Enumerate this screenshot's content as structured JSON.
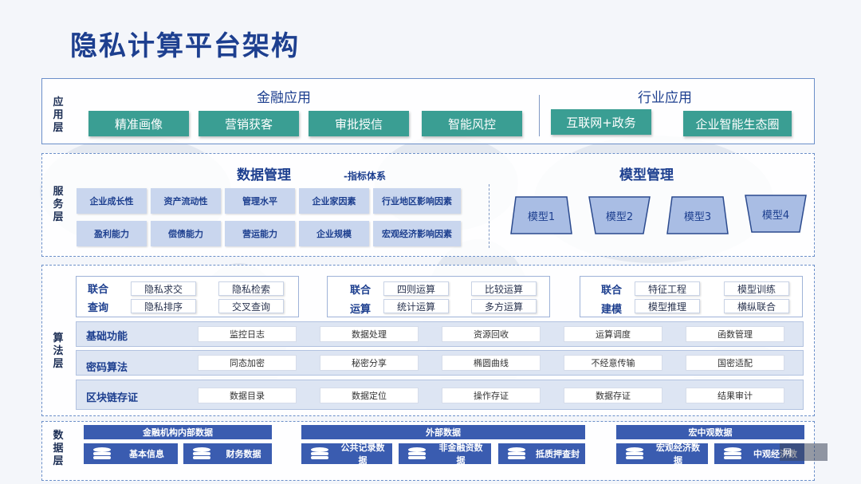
{
  "title": "隐私计算平台架构",
  "layers": {
    "application": {
      "label": "应\n用\n层",
      "finance_title": "金融应用",
      "industry_title": "行业应用",
      "finance_items": [
        "精准画像",
        "营销获客",
        "审批授信",
        "智能风控"
      ],
      "industry_items": [
        "互联网+政务",
        "企业智能生态圈"
      ]
    },
    "service": {
      "label": "服\n务\n层",
      "data_title": "数据管理",
      "data_note": "-指标体系",
      "model_title": "模型管理",
      "data_row1": [
        "企业成长性",
        "资产流动性",
        "管理水平",
        "企业家因素",
        "行业地区影响因素"
      ],
      "data_row2": [
        "盈利能力",
        "偿债能力",
        "营运能力",
        "企业规模",
        "宏观经济影响因素"
      ],
      "models": [
        "模型1",
        "模型2",
        "模型3",
        "模型4"
      ]
    },
    "algorithm": {
      "label": "算\n法\n层",
      "groups": [
        {
          "tag1": "联合",
          "tag2": "查询",
          "items": [
            "隐私求交",
            "隐私检索",
            "隐私排序",
            "交叉查询"
          ]
        },
        {
          "tag1": "联合",
          "tag2": "运算",
          "items": [
            "四则运算",
            "比较运算",
            "统计运算",
            "多方运算"
          ]
        },
        {
          "tag1": "联合",
          "tag2": "建模",
          "items": [
            "特征工程",
            "模型训练",
            "模型推理",
            "横纵联合"
          ]
        }
      ],
      "rows": [
        {
          "label": "基础功能",
          "items": [
            "监控日志",
            "数据处理",
            "资源回收",
            "运算调度",
            "函数管理"
          ]
        },
        {
          "label": "密码算法",
          "items": [
            "同态加密",
            "秘密分享",
            "椭圆曲线",
            "不经意传输",
            "国密适配"
          ]
        },
        {
          "label": "区块链存证",
          "items": [
            "数据目录",
            "数据定位",
            "操作存证",
            "数据存证",
            "结果审计"
          ]
        }
      ]
    },
    "data": {
      "label": "数\n据\n层",
      "groups": [
        {
          "title": "金融机构内部数据",
          "items": [
            "基本信息",
            "财务数据"
          ]
        },
        {
          "title": "外部数据",
          "items": [
            "公共记录数据",
            "非金融资数据",
            "抵质押查封"
          ]
        },
        {
          "title": "宏中观数据",
          "items": [
            "宏观经济数据",
            "中观经济数"
          ]
        }
      ]
    }
  },
  "watermark": "网"
}
